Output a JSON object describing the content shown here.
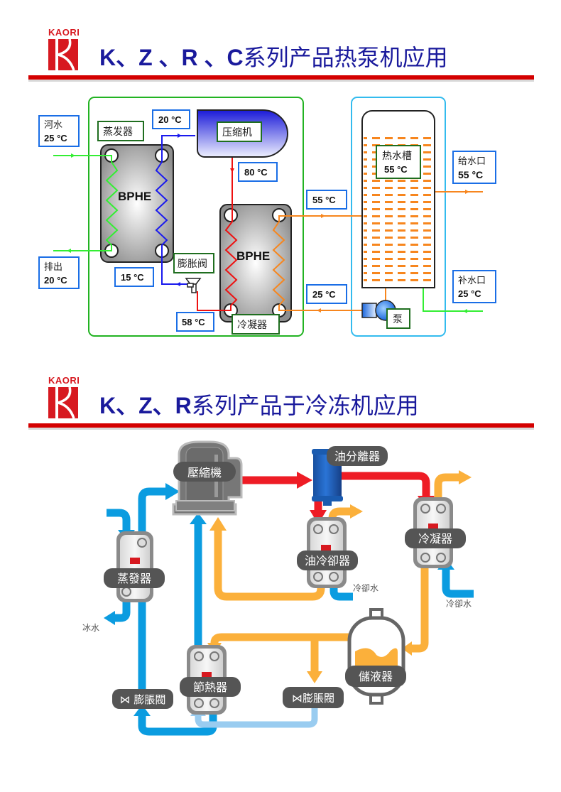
{
  "section1": {
    "logo_text": "KAORI",
    "title_latin": "K、Z 、R 、C",
    "title_cn": "系列产品热泵机应用",
    "diagram": {
      "river_water": {
        "label": "河水",
        "temp": "25 °C"
      },
      "discharge": {
        "label": "排出",
        "temp": "20 °C"
      },
      "evaporator_label": "蒸发器",
      "evaporator_bphe": "BPHE",
      "condenser_bphe": "BPHE",
      "condenser_label": "冷凝器",
      "compressor_label": "压缩机",
      "expansion_valve_label": "膨胀阀",
      "temp_suction": "20 °C",
      "temp_discharge": "80 °C",
      "temp_evap_in": "15 °C",
      "temp_liquid": "58 °C",
      "temp_hot_out": "55 °C",
      "temp_return": "25 °C",
      "tank": {
        "label": "热水槽",
        "temp": "55 °C"
      },
      "supply_outlet": {
        "label": "给水口",
        "temp": "55 °C"
      },
      "makeup_inlet": {
        "label": "补水口",
        "temp": "25 °C"
      },
      "pump_label": "泵"
    },
    "colors": {
      "frame_green": "#22b322",
      "frame_cyan": "#33bbee",
      "water_green": "#33ee33",
      "refrigerant_blue": "#1a1aee",
      "refrigerant_red": "#ee1111",
      "hot_water_orange": "#f7861e",
      "label_border_blue": "#1a6ee6",
      "label_border_green": "#1f6e1f"
    }
  },
  "section2": {
    "logo_text": "KAORI",
    "title_latin": "K、Z、R",
    "title_cn": "系列产品于冷冻机应用",
    "diagram": {
      "compressor_label": "壓縮機",
      "oil_separator_label": "油分離器",
      "oil_cooler_label": "油冷卻器",
      "condenser_label": "冷凝器",
      "evaporator_label": "蒸發器",
      "economizer_label": "節熱器",
      "receiver_label": "儲液器",
      "expansion_valve_1_label": "⋈ 膨脹閥",
      "expansion_valve_2_label": "⋈膨脹閥",
      "cooling_water_1": "冷卻水",
      "cooling_water_2": "冷卻水",
      "chilled_water": "冰水"
    },
    "colors": {
      "hot_gas_red": "#ee1c25",
      "liquid_orange": "#fbb03b",
      "suction_blue": "#0b9ce0",
      "light_blue": "#99ccf0",
      "label_dark": "#555555",
      "separator_blue": "#1c5fb5"
    }
  }
}
